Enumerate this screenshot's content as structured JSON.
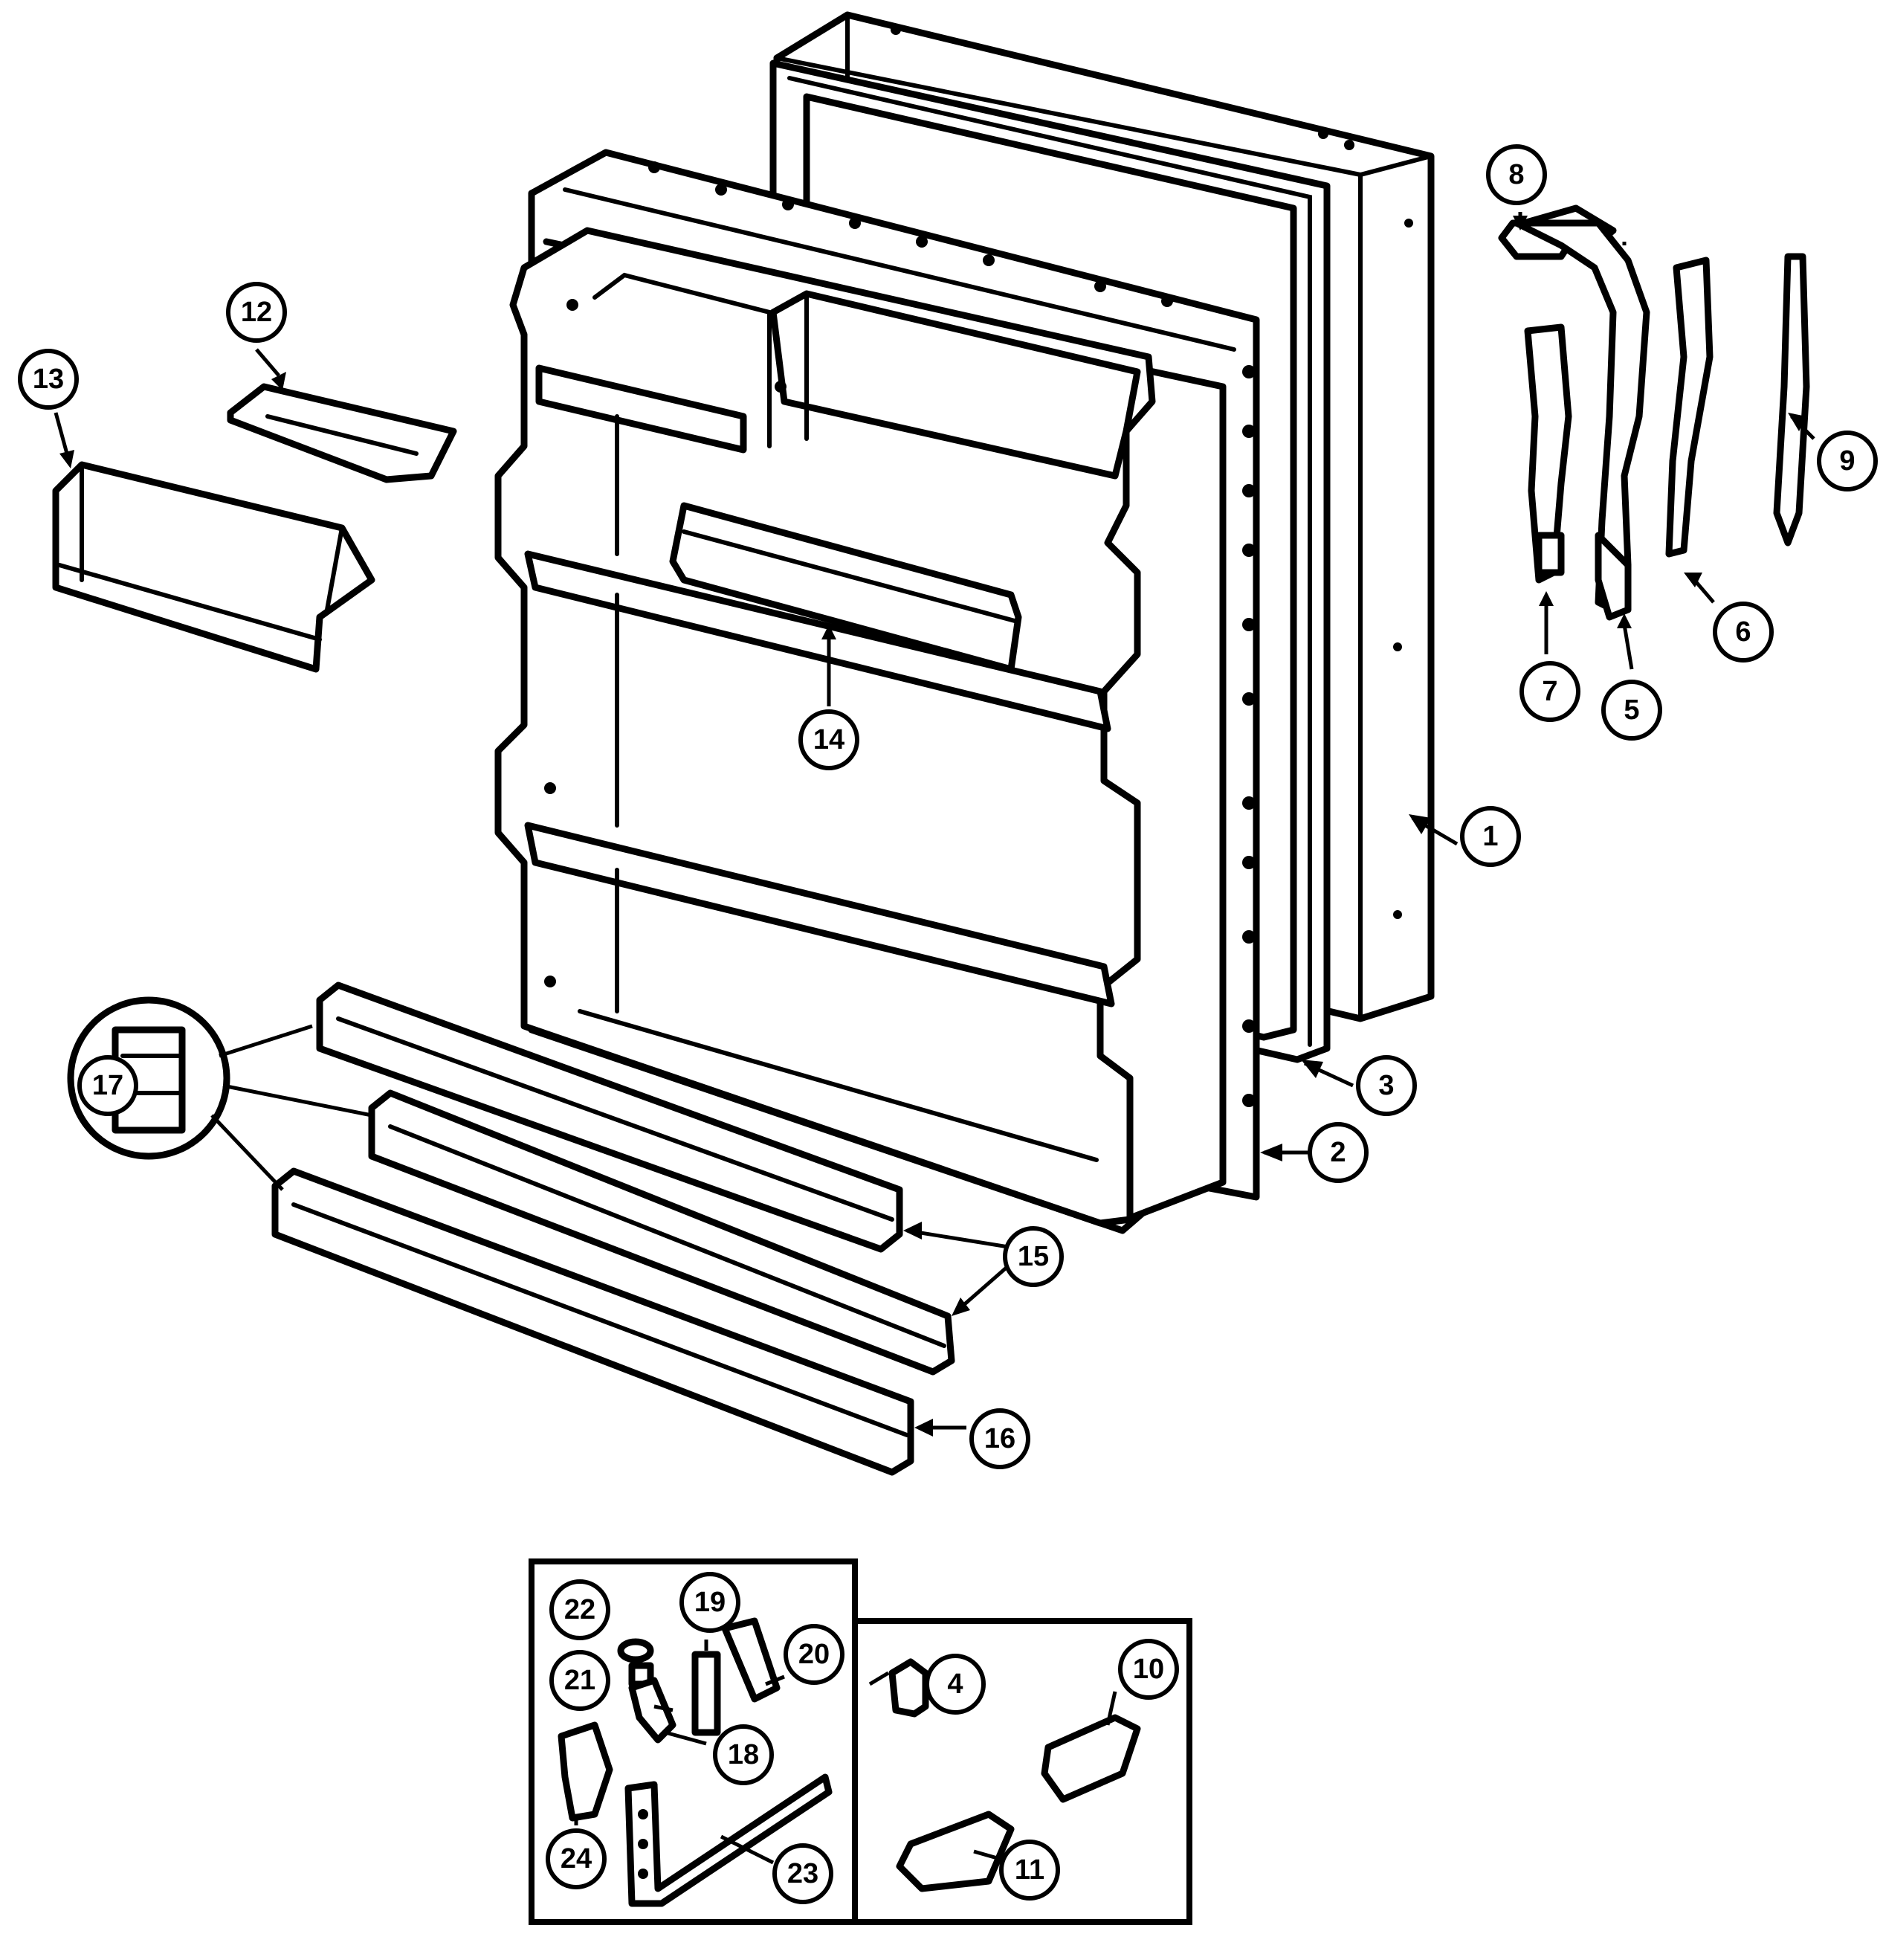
{
  "callouts": {
    "c1": "1",
    "c2": "2",
    "c3": "3",
    "c4": "4",
    "c5": "5",
    "c6": "6",
    "c7": "7",
    "c8": "8",
    "c9": "9",
    "c10": "10",
    "c11": "11",
    "c12": "12",
    "c13": "13",
    "c14": "14",
    "c15": "15",
    "c16": "16",
    "c17": "17",
    "c18": "18",
    "c19": "19",
    "c20": "20",
    "c21": "21",
    "c22": "22",
    "c23": "23",
    "c24": "24"
  },
  "colors": {
    "ink": "#000000",
    "paper": "#ffffff"
  }
}
